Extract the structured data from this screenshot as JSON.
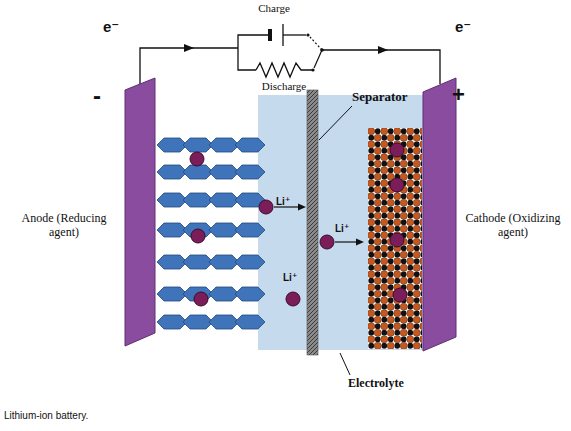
{
  "diagram": {
    "caption": "Lithium-ion battery.",
    "labels": [
      "Charge",
      "Discharge",
      "e⁻",
      "e⁻",
      "-",
      "+",
      "Separator",
      "Li⁺",
      "Li⁺",
      "Li⁺",
      "Anode (Reducing agent)",
      "Cathode (Oxidizing agent)",
      "Electrolyte"
    ]
  }
}
